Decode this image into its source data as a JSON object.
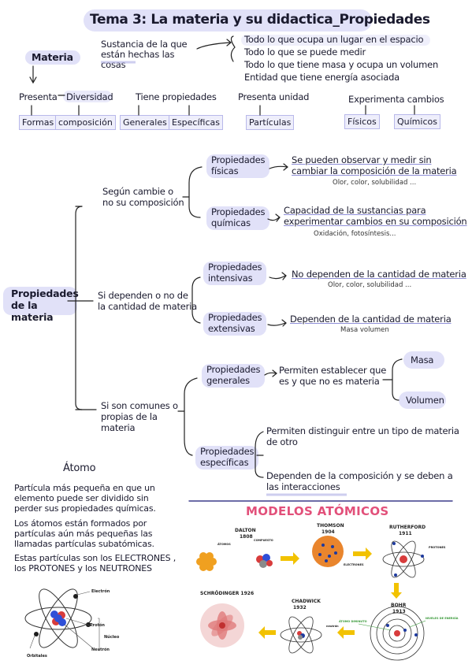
{
  "title": "Tema 3: La materia y su didactica_Propiedades",
  "materia": {
    "label": "Materia",
    "definition": "Sustancia de la que están hechas las cosas",
    "items": [
      "Todo lo que ocupa un lugar en el espacio",
      "Todo lo que se puede medir",
      "Todo lo que tiene masa y ocupa un volumen",
      "Entidad que tiene energía asociada"
    ],
    "presenta": "Presenta",
    "diversidad": "Diversidad",
    "formas": "Formas",
    "composicion": "composición",
    "tiene_propiedades": "Tiene propiedades",
    "generales": "Generales",
    "especificas": "Específicas",
    "presenta_unidad": "Presenta unidad",
    "particulas": "Partículas",
    "experimenta_cambios": "Experimenta cambios",
    "fisicos": "Físicos",
    "quimicos": "Químicos"
  },
  "propiedades": {
    "root": "Propiedades de la materia",
    "b1": {
      "label": "Según cambie o no su composición",
      "fisicas": "Propiedades físicas",
      "fisicas_desc": "Se pueden observar y medir sin cambiar la composición de la materia",
      "fisicas_ex": "Olor, color, solubilidad ...",
      "quimicas": "Propiedades químicas",
      "quimicas_desc": "Capacidad de la sustancias para experimentar cambios en su composición",
      "quimicas_ex": "Oxidación, fotosíntesis..."
    },
    "b2": {
      "label": "Si dependen o no de la cantidad de materia",
      "intensivas": "Propiedades intensivas",
      "intensivas_desc": "No dependen de la cantidad de materia",
      "intensivas_ex": "Olor, color, solubilidad ...",
      "extensivas": "Propiedades extensivas",
      "extensivas_desc": "Dependen de la cantidad de materia",
      "extensivas_ex": "Masa volumen"
    },
    "b3": {
      "label": "Si son comunes o propias de la materia",
      "generales": "Propiedades generales",
      "generales_desc": "Permiten establecer que es y que no es materia",
      "masa": "Masa",
      "volumen": "Volumen",
      "especificas": "Propiedades específicas",
      "esp_desc1": "Permiten distinguir entre un tipo de materia de otro",
      "esp_desc2": "Dependen de la composición y se deben a las interacciones"
    }
  },
  "atomo": {
    "title": "Átomo",
    "text1": "Partícula más pequeña en que un elemento puede ser dividido sin perder sus propiedades químicas.",
    "text2": "Los átomos están formados por partículas aún más pequeñas las llamadas partículas subatómicas.",
    "text3": "Estas partículas son los ELECTRONES , los PROTONES y los NEUTRONES",
    "labels": {
      "electron": "Electrón",
      "proton": "Protón",
      "nucleo": "Núcleo",
      "neutron": "Neutrón",
      "orbitales": "Orbitales"
    }
  },
  "modelos": {
    "title": "MODELOS ATÓMICOS",
    "dalton": "DALTON",
    "dalton_year": "1808",
    "thomson": "THOMSON",
    "thomson_year": "1904",
    "rutherford": "RUTHERFORD",
    "rutherford_year": "1911",
    "schrodinger": "SCHRÖDINGER 1926",
    "chadwick": "CHADWICK",
    "chadwick_year": "1932",
    "bohr": "BOHR",
    "bohr_year": "1913",
    "small": {
      "atomos": "ÁTOMOS",
      "compuesto": "COMPUESTO",
      "electrones": "ELECTRONES",
      "protones": "PROTONES",
      "niveles": "NIVELES DE ENERGÍA",
      "atomo_diminuto": "ÁTOMO DIMINUTO",
      "neutron": "neutrón"
    },
    "colors": {
      "title": "#e2507a",
      "arrow": "#f2c200"
    }
  }
}
